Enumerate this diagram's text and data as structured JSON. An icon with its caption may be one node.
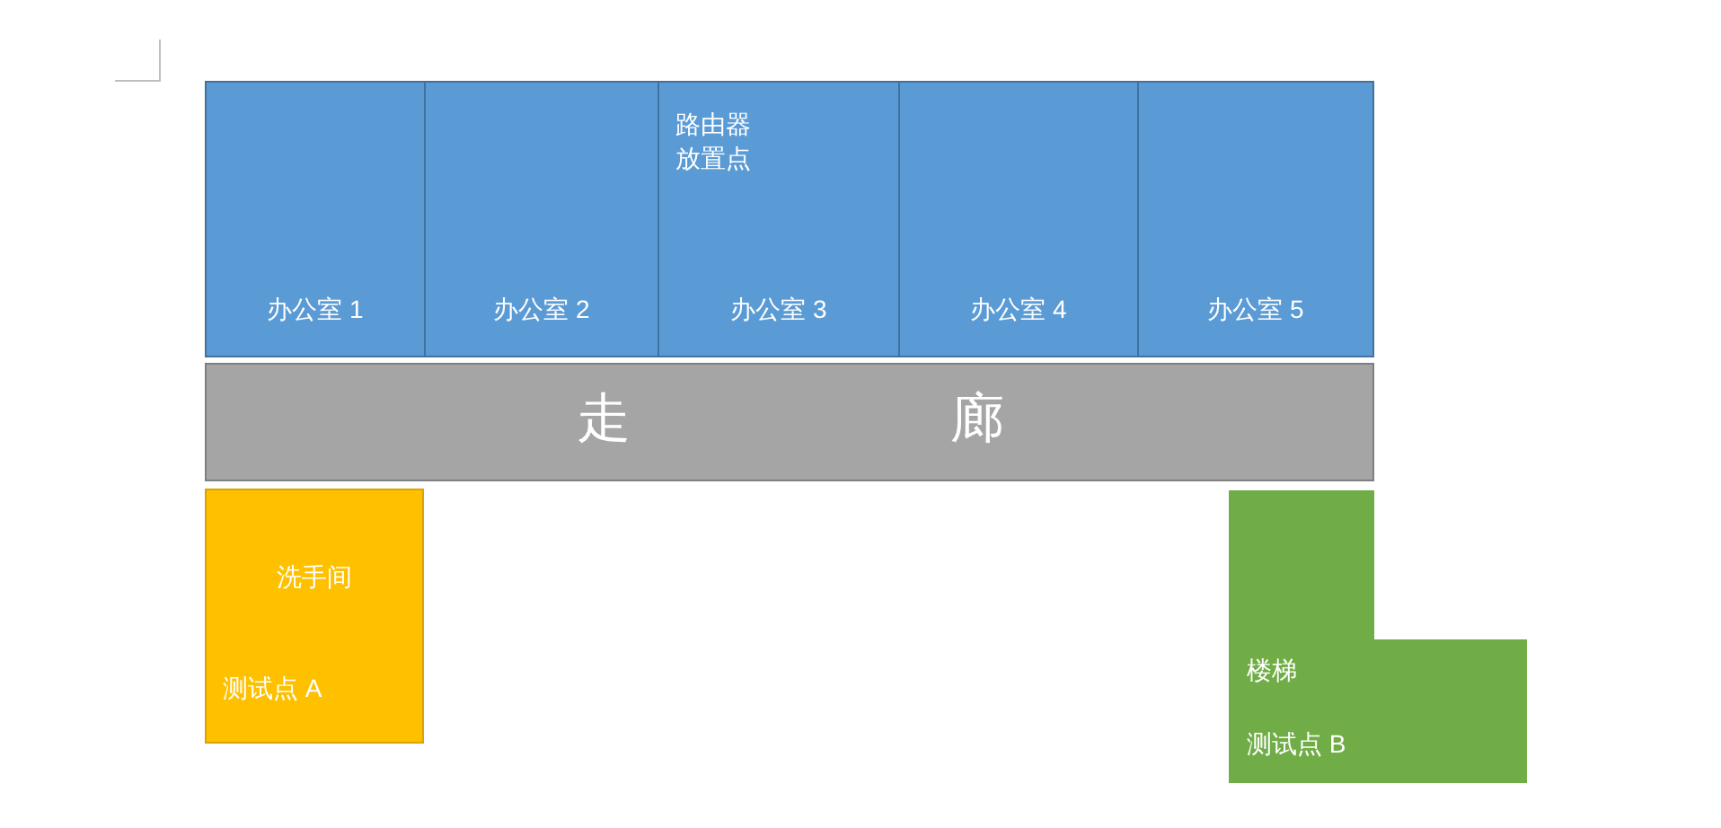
{
  "diagram": {
    "nodes": [
      {
        "text": [
          "办公室 1"
        ]
      },
      {
        "text": [
          "办公室 2"
        ]
      },
      {
        "text": [
          "路由器放置点",
          "办公室 3"
        ]
      },
      {
        "text": [
          "办公室 4"
        ]
      },
      {
        "text": [
          "办公室 5"
        ]
      },
      {
        "text": [
          "走",
          "廊"
        ]
      },
      {
        "text": [
          "洗手间",
          "测试点 A"
        ]
      },
      {
        "text": [
          "楼梯",
          "测试点 B"
        ]
      }
    ]
  }
}
